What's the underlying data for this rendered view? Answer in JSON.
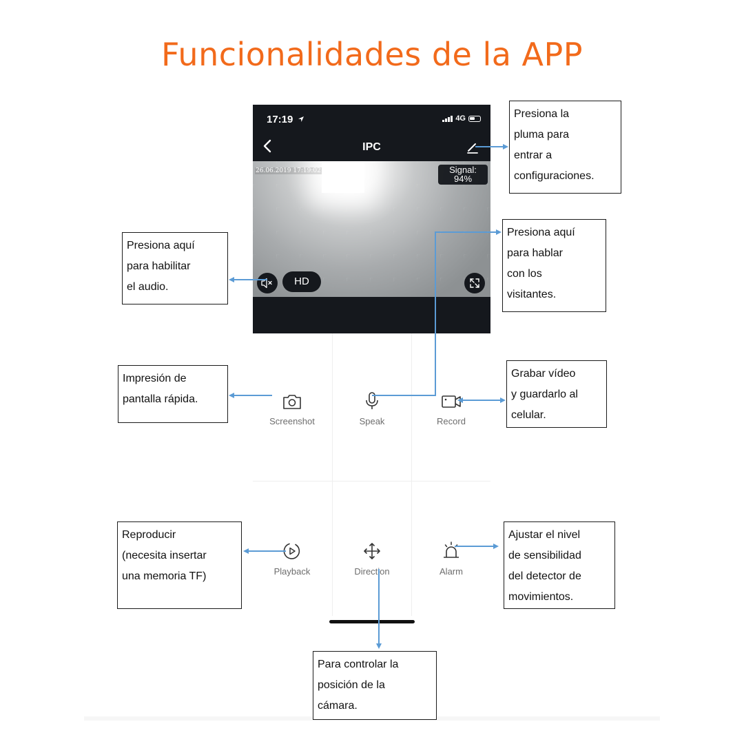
{
  "page_title": "Funcionalidades de la APP",
  "phone": {
    "status_time": "17:19",
    "status_network": "4G",
    "nav_title": "IPC",
    "video_timestamp": "26.06.2019 17:19:02",
    "signal_line1": "Signal:",
    "signal_line2": "94%",
    "hd_label": "HD"
  },
  "controls": {
    "screenshot": "Screenshot",
    "speak": "Speak",
    "record": "Record",
    "playback": "Playback",
    "direction": "Direction",
    "alarm": "Alarm"
  },
  "annotations": {
    "settings": "Presiona la\npluma para\nentrar a\nconfiguraciones.",
    "audio": "Presiona aquí\npara habilitar\nel audio.",
    "speak": "Presiona aquí\npara hablar\ncon los\nvisitantes.",
    "screenshot": "Impresión de\npantalla rápida.",
    "record": "Grabar vídeo\ny guardarlo al\ncelular.",
    "playback": "Reproducir\n(necesita insertar\nuna memoria TF)",
    "alarm": "Ajustar el nivel\nde sensibilidad\ndel detector de\nmovimientos.",
    "direction": "Para controlar la\nposición de la\ncámara."
  },
  "colors": {
    "title": "#f26a1b",
    "arrow": "#5b9bd5",
    "phone_dark": "#15181d"
  },
  "icons": [
    "location-arrow-icon",
    "signal-bars-icon",
    "battery-icon",
    "back-chevron-icon",
    "edit-pen-icon",
    "mute-speaker-icon",
    "fullscreen-icon",
    "camera-icon",
    "microphone-icon",
    "video-camera-icon",
    "playback-icon",
    "direction-arrows-icon",
    "alarm-siren-icon"
  ]
}
